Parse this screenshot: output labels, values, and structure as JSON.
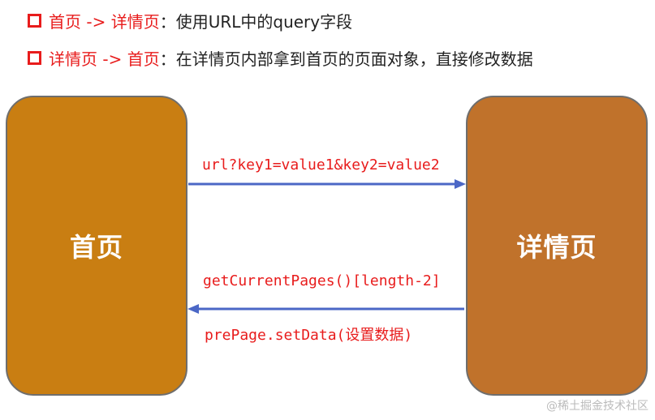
{
  "bullets": [
    {
      "highlight": "首页 -> 详情页",
      "text": "：使用URL中的query字段"
    },
    {
      "highlight": "详情页 -> 首页",
      "text": "：在详情页内部拿到首页的页面对象，直接修改数据"
    }
  ],
  "boxes": {
    "home": {
      "label": "首页",
      "color": "#c97e12"
    },
    "detail": {
      "label": "详情页",
      "color": "#c0722b"
    }
  },
  "arrows": {
    "forward_label": "url?key1=value1&key2=value2",
    "back_label_1": "getCurrentPages()[length-2]",
    "back_label_2": "prePage.setData(设置数据)",
    "color": "#4b67c6"
  },
  "colors": {
    "accent_red": "#e81c1c"
  },
  "watermark": "@稀土掘金技术社区"
}
